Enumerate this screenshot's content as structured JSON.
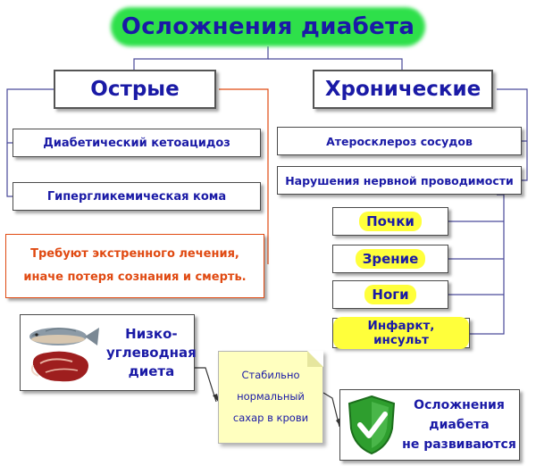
{
  "title": "Осложнения диабета",
  "acute": {
    "header": "Острые",
    "items": [
      "Диабетический кетоацидоз",
      "Гипергликемическая кома"
    ],
    "warning_lines": [
      "Требуют экстренного лечения,",
      "иначе потеря сознания и смерть."
    ]
  },
  "chronic": {
    "header": "Хронические",
    "items": [
      "Атеросклероз сосудов",
      "Нарушения нервной проводимости"
    ],
    "sub_items": [
      "Почки",
      "Зрение",
      "Ноги",
      "Инфаркт, инсульт"
    ]
  },
  "diet": {
    "lines": [
      "Низко-",
      "углеводная",
      "диета"
    ],
    "icons": [
      "fish-icon",
      "steak-icon"
    ]
  },
  "sugar_note": {
    "lines": [
      "Стабильно",
      "нормальный",
      "сахар в крови"
    ]
  },
  "result": {
    "lines": [
      "Осложнения",
      "диабета",
      "не развиваются"
    ],
    "icon": "shield-check-icon"
  },
  "colors": {
    "title_text": "#1a1aa6",
    "title_glow": "#2ee04a",
    "warning_text": "#e04a12",
    "warning_border": "#e04a12",
    "highlight": "#ffff3b",
    "shield": "#2e9e2e"
  }
}
